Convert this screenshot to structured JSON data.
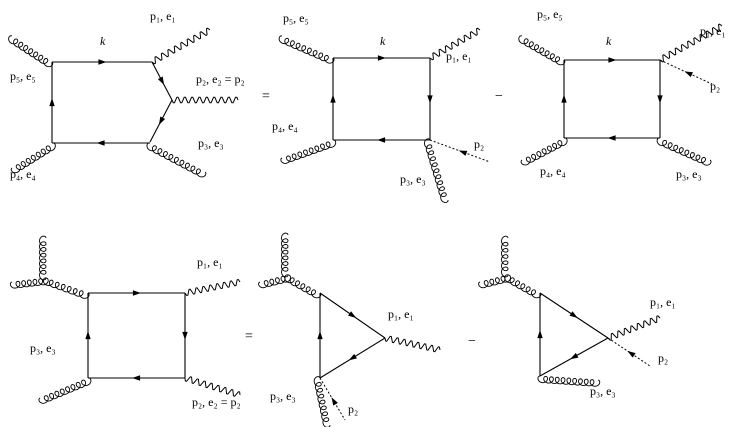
{
  "labels": {
    "k": "k",
    "p5e5": "p₅, e₅",
    "p1e1": "p₁, e₁",
    "p2e2p2": "p₂, e₂ = p₂",
    "p4e4": "p₄, e₄",
    "p3e3": "p₃, e₃",
    "p2": "p₂"
  },
  "operators": {
    "equals": "=",
    "minus": "−"
  }
}
